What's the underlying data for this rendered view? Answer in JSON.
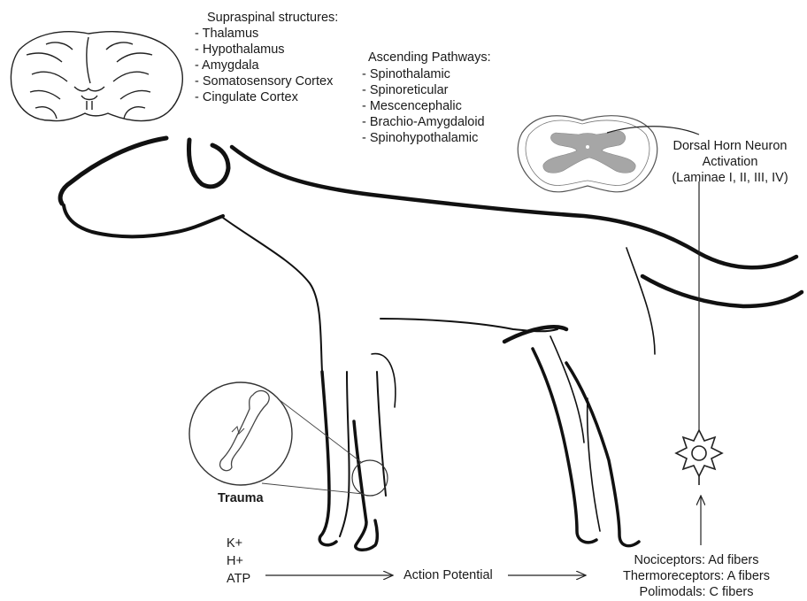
{
  "supraspinal": {
    "title": "Supraspinal structures:",
    "items": [
      "- Thalamus",
      "- Hypothalamus",
      "- Amygdala",
      "- Somatosensory Cortex",
      "- Cingulate Cortex"
    ]
  },
  "ascending": {
    "title": "Ascending Pathways:",
    "items": [
      "- Spinothalamic",
      "- Spinoreticular",
      "- Mescencephalic",
      "- Brachio-Amygdaloid",
      "- Spinohypothalamic"
    ]
  },
  "dorsal_horn": {
    "line1": "Dorsal Horn Neuron",
    "line2": "Activation",
    "line3": "(Laminae I, II, III, IV)"
  },
  "trauma": {
    "label": "Trauma"
  },
  "mediators": [
    "K+",
    "H+",
    "ATP"
  ],
  "action_potential": {
    "label": "Action Potential"
  },
  "receptors": [
    "Nociceptors: Ad fibers",
    "Thermoreceptors: A fibers",
    "Polimodals: C fibers"
  ],
  "colors": {
    "outline": "#111111",
    "gray_matter": "#a6a6a6",
    "text": "#1a1a1a"
  },
  "icons": [
    "brain-section-icon",
    "spinal-cord-section-icon",
    "fractured-bone-icon",
    "neuron-icon"
  ]
}
